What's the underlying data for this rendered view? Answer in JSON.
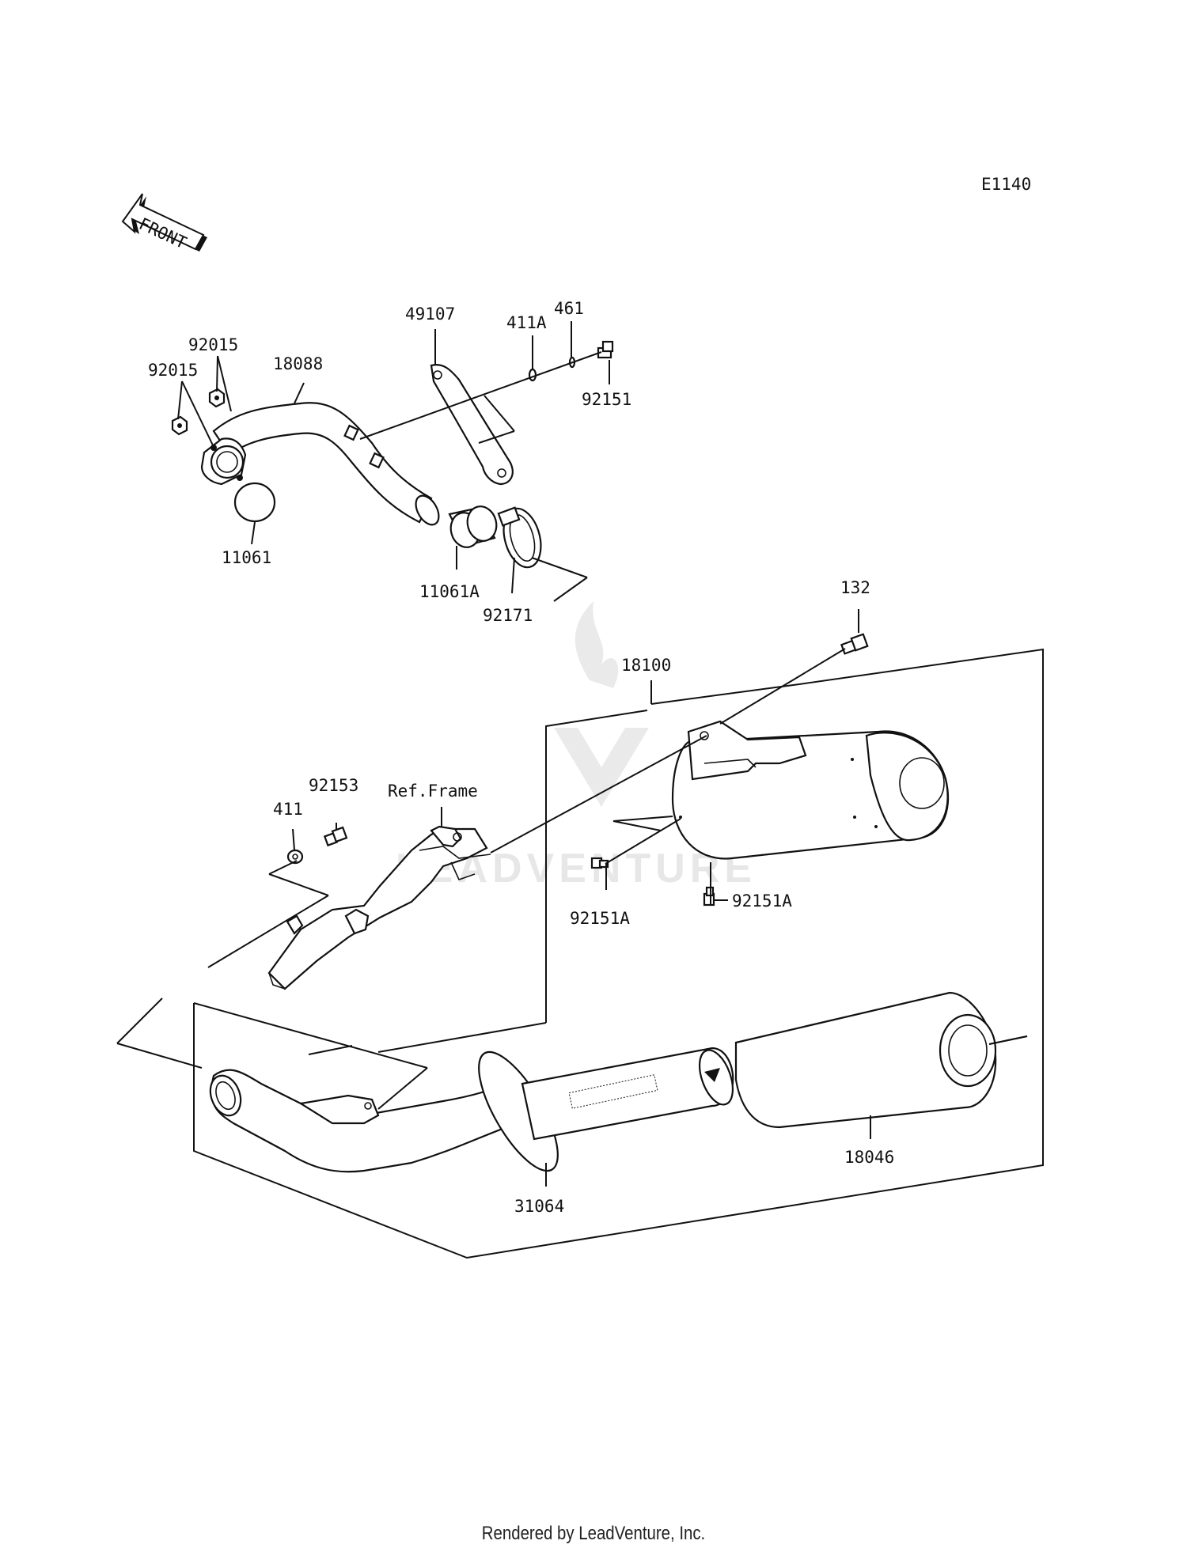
{
  "diagram": {
    "code": "E1140",
    "front_arrow_text": "FRONT",
    "labels": {
      "p92015a": "92015",
      "p92015b": "92015",
      "p18088": "18088",
      "p11061": "11061",
      "p49107": "49107",
      "p411A": "411A",
      "p461": "461",
      "p92151": "92151",
      "p11061A": "11061A",
      "p92171": "92171",
      "p132": "132",
      "p18100": "18100",
      "p92153": "92153",
      "p411": "411",
      "refframe": "Ref.Frame",
      "p92151A_a": "92151A",
      "p92151A_b": "92151A",
      "p18046": "18046",
      "p31064": "31064"
    },
    "watermark": "LEADVENTURE"
  },
  "footer": {
    "text": "Rendered by LeadVenture, Inc."
  }
}
